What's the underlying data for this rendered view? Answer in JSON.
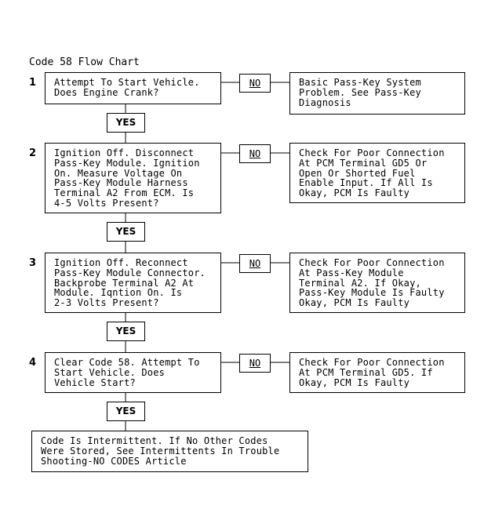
{
  "title": "Code 58 Flow Chart",
  "steps": [
    {
      "number": "1",
      "question": "Attempt To Start Vehicle.\nDoes Engine Crank?",
      "no_label": "NO",
      "no_result": "Basic Pass-Key System\nProblem. See Pass-Key\nDiagnosis",
      "yes_label": "YES"
    },
    {
      "number": "2",
      "question": "Ignition Off. Disconnect\nPass-Key Module. Ignition\nOn. Measure Voltage On\nPass-Key Module Harness\nTerminal A2 From ECM. Is\n4-5 Volts Present?",
      "no_label": "NO",
      "no_result": "Check For Poor Connection\nAt PCM Terminal GD5 Or\nOpen Or Shorted Fuel\nEnable Input. If All Is\nOkay, PCM Is Faulty",
      "yes_label": "YES"
    },
    {
      "number": "3",
      "question": "Ignition Off. Reconnect\nPass-Key Module Connector.\nBackprobe Terminal A2 At\nModule. Iqntion On. Is\n2-3 Volts Present?",
      "no_label": "NO",
      "no_result": "Check For Poor Connection\nAt Pass-Key Module\nTerminal A2. If Okay,\nPass-Key Module Is Faulty\nOkay, PCM Is Faulty",
      "yes_label": "YES"
    },
    {
      "number": "4",
      "question": "Clear Code 58. Attempt To\nStart Vehicle. Does\nVehicle Start?",
      "no_label": "NO",
      "no_result": "Check For Poor Connection\nAt PCM Terminal GD5. If\nOkay, PCM Is Faulty",
      "yes_label": "YES"
    }
  ],
  "final_result": "Code Is Intermittent. If No Other Codes\nWere Stored, See Intermittents In Trouble\nShooting-NO CODES Article"
}
